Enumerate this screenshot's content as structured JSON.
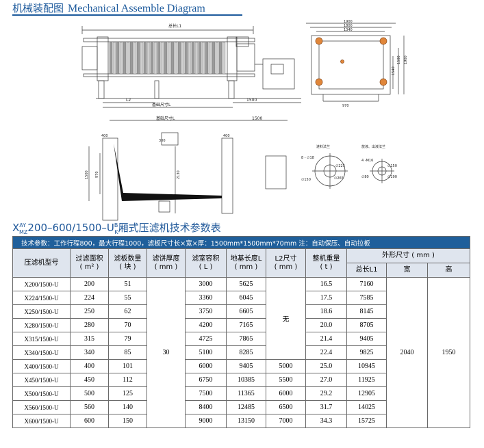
{
  "heading": {
    "cn": "机械装配图",
    "en": "Mechanical Assemble Diagram"
  },
  "drawing_labels": {
    "total_length": "总长L1",
    "l2": "L2",
    "foundation_size": "基础尺寸L",
    "dim_1500": "1500",
    "dim_970": "970",
    "dim_1900": "1900",
    "dim_1800": "1800",
    "dim_1340": "1340",
    "dim_1540": "1540",
    "dim_1500_side": "1500",
    "dim_400": "400",
    "dim_300": "300",
    "dim_2130": "2130",
    "feed_flange": "进料法兰",
    "drain_flange": "放液、出液法兰",
    "bolt_8_18": "8 - ∅18",
    "bolt_4_m16": "4 -M16",
    "d225": "∅225",
    "d265": "∅265",
    "d150": "∅150",
    "d150b": "∅150",
    "d190": "∅190",
    "d80": "∅80"
  },
  "model_title": {
    "prefix": "X",
    "sup1": "AY",
    "sub1": "MZ",
    "mid": "200–600/1500–U",
    "sup2": "B",
    "sub2": "K",
    "suffix": "厢式压滤机技术参数表"
  },
  "table": {
    "tech_params": "技术参数：工作行程800，最大行程1000，滤板尺寸长×宽×厚：1500mm*1500mm*70mm 注：自动保压、自动拉板",
    "headers": {
      "model": "压滤机型号",
      "area": "过滤面积",
      "area_unit": "( m² )",
      "plates": "滤板数量",
      "plates_unit": "( 块 )",
      "cake": "滤饼厚度",
      "cake_unit": "( mm )",
      "volume": "滤室容积",
      "volume_unit": "( L )",
      "base_len": "地基长度L",
      "base_unit": "( mm )",
      "l2": "L2尺寸",
      "l2_unit": "( mm )",
      "weight": "整机重量",
      "weight_unit": "( t )",
      "outline": "外形尺寸 ( mm )",
      "total_len": "总长L1",
      "width": "宽",
      "height": "高"
    },
    "shared": {
      "cake_thickness": "30",
      "l2_none": "无",
      "width": "2040",
      "height": "1950"
    },
    "rows": [
      {
        "model": "X200/1500-U",
        "area": "200",
        "plates": "51",
        "volume": "3000",
        "base": "5625",
        "l2": "",
        "weight": "16.5",
        "total": "7160"
      },
      {
        "model": "X224/1500-U",
        "area": "224",
        "plates": "55",
        "volume": "3360",
        "base": "6045",
        "l2": "",
        "weight": "17.5",
        "total": "7585"
      },
      {
        "model": "X250/1500-U",
        "area": "250",
        "plates": "62",
        "volume": "3750",
        "base": "6605",
        "l2": "",
        "weight": "18.6",
        "total": "8145"
      },
      {
        "model": "X280/1500-U",
        "area": "280",
        "plates": "70",
        "volume": "4200",
        "base": "7165",
        "l2": "",
        "weight": "20.0",
        "total": "8705"
      },
      {
        "model": "X315/1500-U",
        "area": "315",
        "plates": "79",
        "volume": "4725",
        "base": "7865",
        "l2": "",
        "weight": "21.4",
        "total": "9405"
      },
      {
        "model": "X340/1500-U",
        "area": "340",
        "plates": "85",
        "volume": "5100",
        "base": "8285",
        "l2": "",
        "weight": "22.4",
        "total": "9825"
      },
      {
        "model": "X400/1500-U",
        "area": "400",
        "plates": "101",
        "volume": "6000",
        "base": "9405",
        "l2": "5000",
        "weight": "25.0",
        "total": "10945"
      },
      {
        "model": "X450/1500-U",
        "area": "450",
        "plates": "112",
        "volume": "6750",
        "base": "10385",
        "l2": "5500",
        "weight": "27.0",
        "total": "11925"
      },
      {
        "model": "X500/1500-U",
        "area": "500",
        "plates": "125",
        "volume": "7500",
        "base": "11365",
        "l2": "6000",
        "weight": "29.2",
        "total": "12905"
      },
      {
        "model": "X560/1500-U",
        "area": "560",
        "plates": "140",
        "volume": "8400",
        "base": "12485",
        "l2": "6500",
        "weight": "31.7",
        "total": "14025"
      },
      {
        "model": "X600/1500-U",
        "area": "600",
        "plates": "150",
        "volume": "9000",
        "base": "13150",
        "l2": "7000",
        "weight": "34.3",
        "total": "15725"
      }
    ]
  }
}
